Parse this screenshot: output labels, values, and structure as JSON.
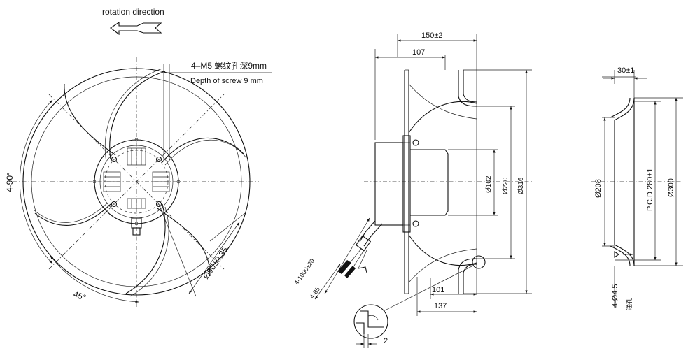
{
  "front_view": {
    "rotation_label": "rotation direction",
    "screw_label_cn": "4–M5 螺纹孔深9mm",
    "screw_label_en": "Depth of screw 9 mm",
    "angle_4x90": "4-90°",
    "angle_45": "45°",
    "pcd_90": "Ø90±0.35"
  },
  "side_view": {
    "dim_150": "150±2",
    "dim_107": "107",
    "dim_102": "Ø102",
    "dim_220": "Ø220",
    "dim_316": "Ø316",
    "dim_101": "101",
    "dim_137": "137",
    "cable_1000": "4-1000±20",
    "cable_85": "4-85",
    "detail_2": "2"
  },
  "ring_view": {
    "dim_30": "30±1",
    "dim_208": "Ø208",
    "pcd_280": "P.C.D 280±1",
    "dim_300": "Ø300",
    "holes": "4-Ø4.5",
    "holes_cn": "通孔"
  }
}
